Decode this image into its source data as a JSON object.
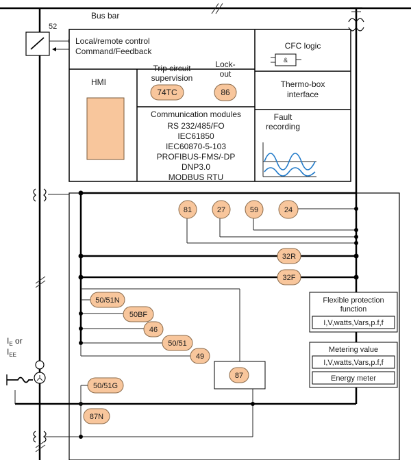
{
  "bus_bar_label": "Bus bar",
  "breaker_label": "52",
  "control": {
    "line1": "Local/remote control",
    "line2": "Command/Feedback"
  },
  "cfc_label": "CFC logic",
  "and_gate_symbol": "&",
  "hmi_label": "HMI",
  "trip_label": {
    "line1": "Trip circuit",
    "line2": "supervision"
  },
  "lockout_label": {
    "line1": "Lock-",
    "line2": "out"
  },
  "func_74tc": "74TC",
  "func_86": "86",
  "thermo_label": {
    "line1": "Thermo-box",
    "line2": "interface"
  },
  "comm": {
    "title": "Communication modules",
    "lines": [
      "RS 232/485/FO",
      "IEC61850",
      "IEC60870-5-103",
      "PROFIBUS-FMS/-DP",
      "DNP3.0",
      "MODBUS RTU"
    ]
  },
  "fault_label": {
    "line1": "Fault",
    "line2": "recording"
  },
  "top_functions": [
    "81",
    "27",
    "59",
    "24"
  ],
  "func_32r": "32R",
  "func_32f": "32F",
  "left_functions": [
    "50/51N",
    "50BF",
    "46",
    "50/51",
    "49"
  ],
  "func_87": "87",
  "func_5051g": "50/51G",
  "func_87n": "87N",
  "flexible": {
    "title_line1": "Flexible protection",
    "title_line2": "function",
    "value": "I,V,watts,Vars,p.f,f"
  },
  "metering": {
    "title": "Metering value",
    "value": "I,V,watts,Vars,p.f,f",
    "energy": "Energy meter"
  },
  "ie_label": {
    "main1": "I",
    "sub1": "E",
    "or": " or",
    "main2": "I",
    "sub2": "EE"
  },
  "colors": {
    "badge_fill": "#f8c69c",
    "hmi_panel_fill": "#f8c69c",
    "wave_color": "#1e78c8"
  }
}
